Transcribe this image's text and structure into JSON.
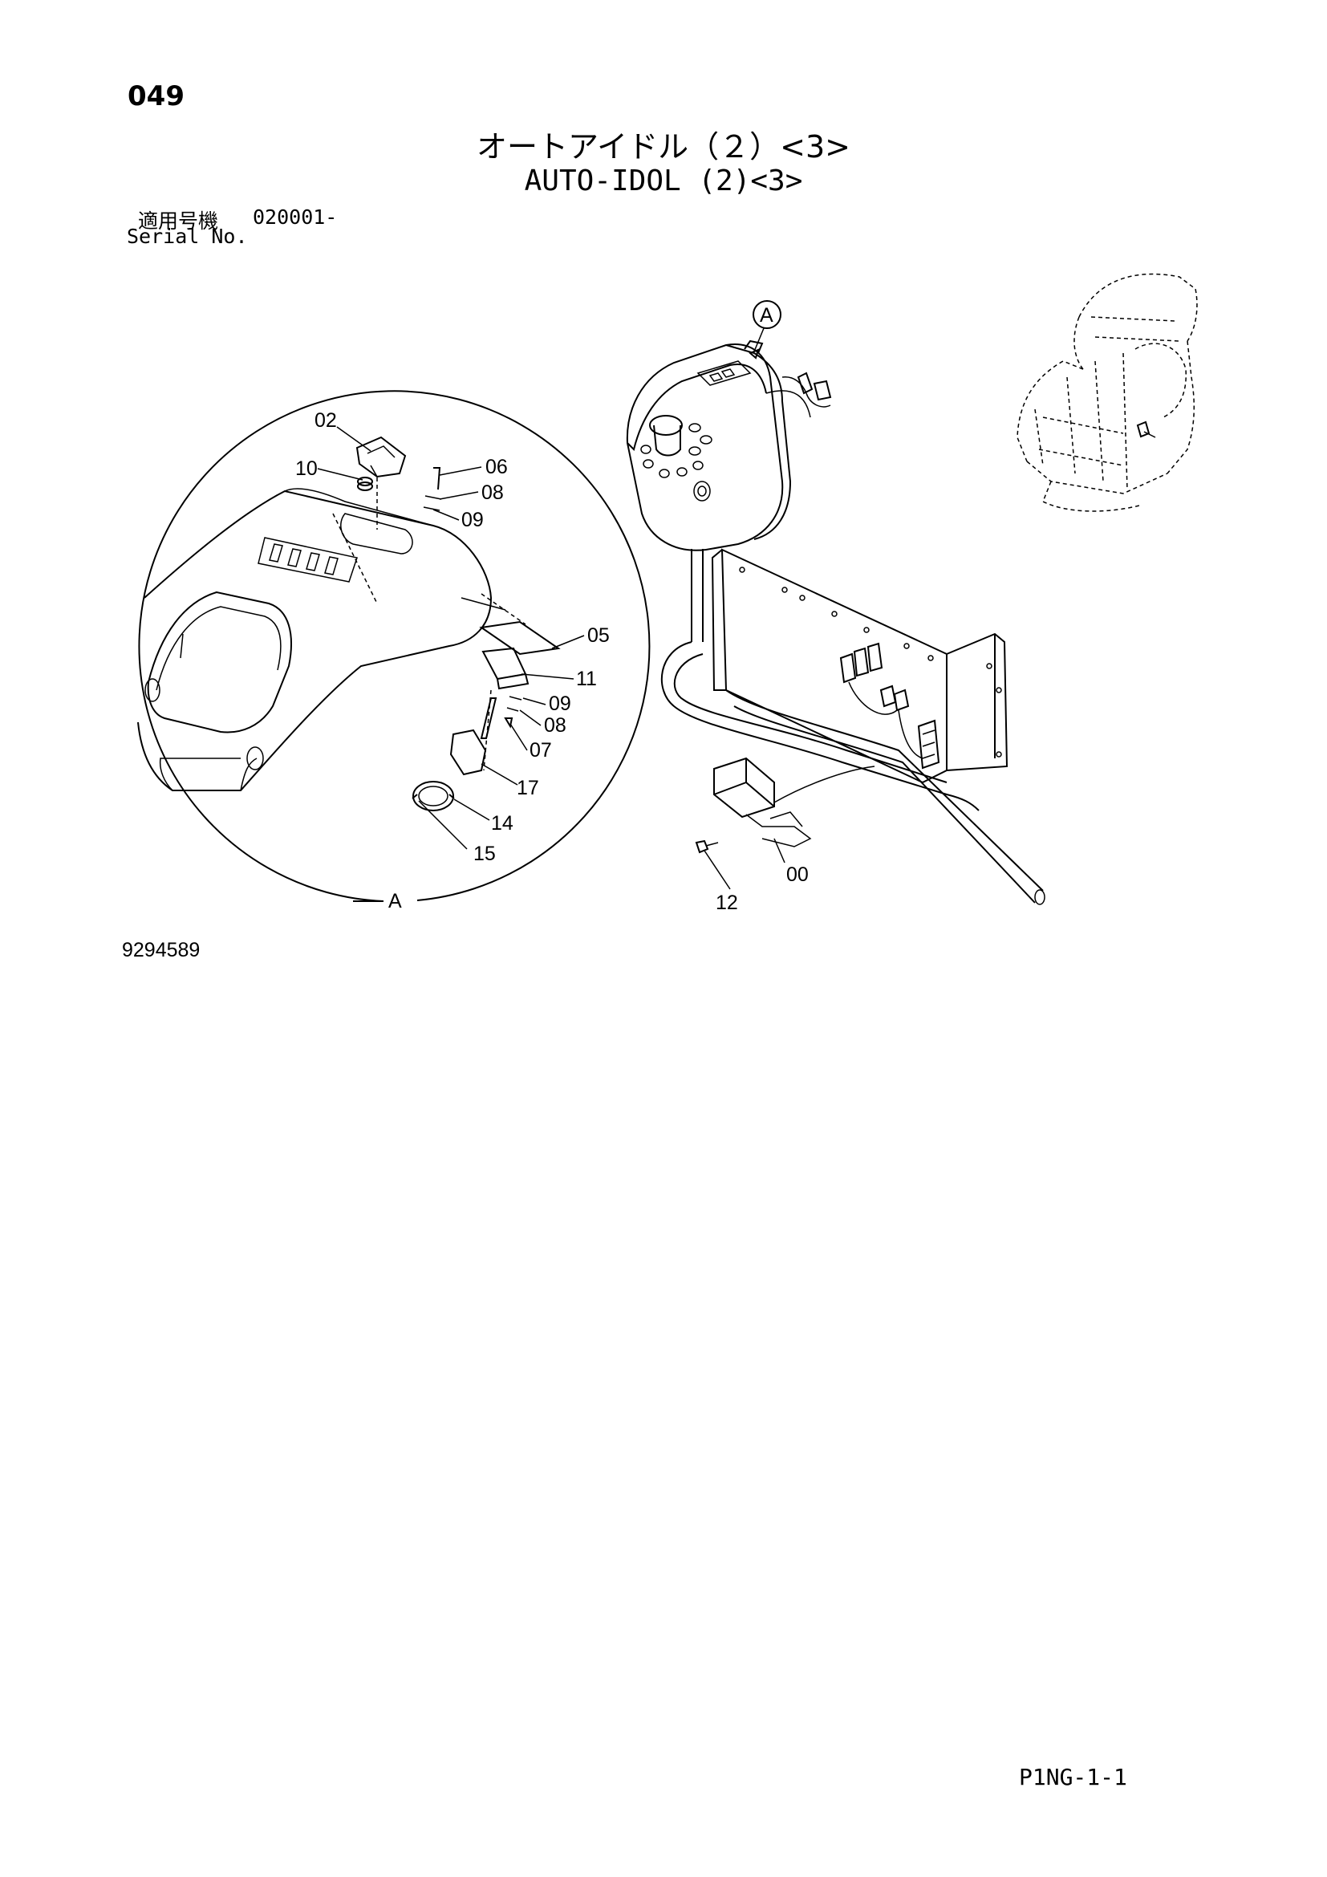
{
  "header": {
    "page_no": "049",
    "title_jp": "オートアイドル（２）<3>",
    "title_en": "AUTO-IDOL (2)<3>",
    "serial_label_jp": "適用号機",
    "serial_value": "020001-",
    "serial_label_en": "Serial No."
  },
  "diagram": {
    "detail_ref": "A",
    "parts": {
      "p00": "00",
      "p02": "02",
      "p05": "05",
      "p06": "06",
      "p07": "07",
      "p08a": "08",
      "p08b": "08",
      "p09a": "09",
      "p09b": "09",
      "p10": "10",
      "p11": "11",
      "p12": "12",
      "p14": "14",
      "p15": "15",
      "p17": "17"
    }
  },
  "footer": {
    "drawing_no": "9294589",
    "sheet_code": "P1NG-1-1"
  }
}
